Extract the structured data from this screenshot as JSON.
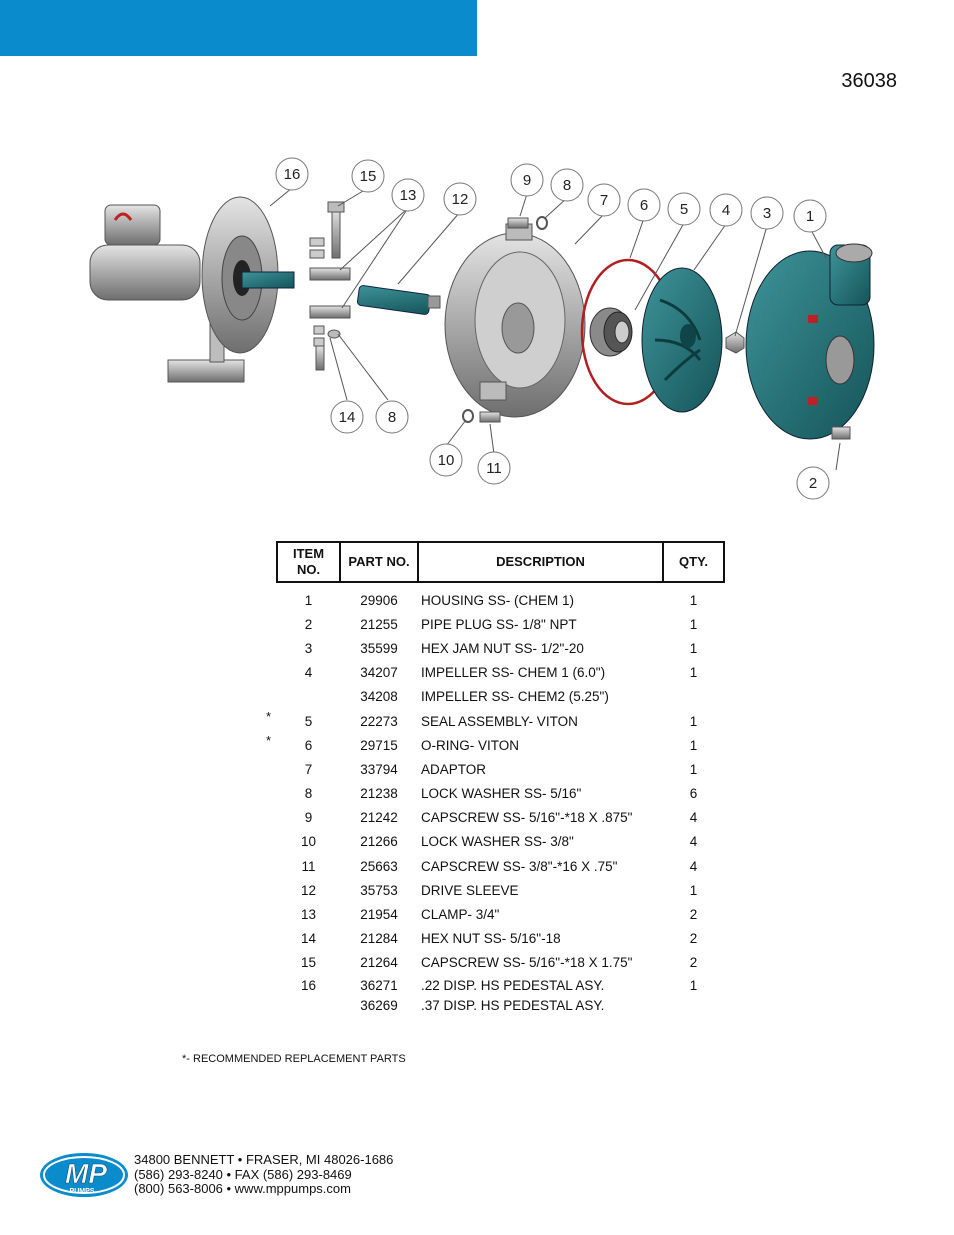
{
  "header": {
    "doc_number": "36038"
  },
  "callouts": [
    "1",
    "2",
    "3",
    "4",
    "5",
    "6",
    "7",
    "8",
    "9",
    "10",
    "11",
    "12",
    "13",
    "14",
    "15",
    "16"
  ],
  "callout_8_second": "8",
  "table": {
    "headers": {
      "item": "ITEM NO.",
      "part": "PART NO.",
      "desc": "DESCRIPTION",
      "qty": "QTY."
    },
    "rows": [
      {
        "item": "1",
        "part": "29906",
        "desc": "HOUSING SS- (CHEM 1)",
        "qty": "1",
        "star": ""
      },
      {
        "item": "2",
        "part": "21255",
        "desc": "PIPE PLUG SS- 1/8\" NPT",
        "qty": "1",
        "star": ""
      },
      {
        "item": "3",
        "part": "35599",
        "desc": "HEX JAM NUT SS- 1/2\"-20",
        "qty": "1",
        "star": ""
      },
      {
        "item": "4",
        "part": "34207",
        "desc": "IMPELLER SS- CHEM 1  (6.0\")",
        "qty": "1",
        "star": ""
      },
      {
        "item": "",
        "part": "34208",
        "desc": "IMPELLER SS- CHEM2 (5.25\")",
        "qty": "",
        "star": ""
      },
      {
        "item": "5",
        "part": "22273",
        "desc": "SEAL ASSEMBLY- VITON",
        "qty": "1",
        "star": "*"
      },
      {
        "item": "6",
        "part": "29715",
        "desc": "O-RING- VITON",
        "qty": "1",
        "star": "*"
      },
      {
        "item": "7",
        "part": "33794",
        "desc": "ADAPTOR",
        "qty": "1",
        "star": ""
      },
      {
        "item": "8",
        "part": "21238",
        "desc": "LOCK WASHER SS- 5/16\"",
        "qty": "6",
        "star": ""
      },
      {
        "item": "9",
        "part": "21242",
        "desc": "CAPSCREW SS- 5/16\"-*18 X .875\"",
        "qty": "4",
        "star": ""
      },
      {
        "item": "10",
        "part": "21266",
        "desc": "LOCK WASHER SS- 3/8\"",
        "qty": "4",
        "star": ""
      },
      {
        "item": "11",
        "part": "25663",
        "desc": "CAPSCREW SS- 3/8\"-*16 X .75\"",
        "qty": "4",
        "star": ""
      },
      {
        "item": "12",
        "part": "35753",
        "desc": "DRIVE SLEEVE",
        "qty": "1",
        "star": ""
      },
      {
        "item": "13",
        "part": "21954",
        "desc": "CLAMP- 3/4\"",
        "qty": "2",
        "star": ""
      },
      {
        "item": "14",
        "part": "21284",
        "desc": "HEX NUT SS- 5/16\"-18",
        "qty": "2",
        "star": ""
      },
      {
        "item": "15",
        "part": "21264",
        "desc": "CAPSCREW SS- 5/16\"-*18 X 1.75\"",
        "qty": "2",
        "star": ""
      },
      {
        "item": "16",
        "part": "36271",
        "desc": ".22 DISP. HS PEDESTAL ASY.",
        "qty": "1",
        "star": ""
      },
      {
        "item": "",
        "part": "36269",
        "desc": ".37 DISP. HS PEDESTAL ASY.",
        "qty": "",
        "star": ""
      }
    ]
  },
  "footnote": "*- RECOMMENDED REPLACEMENT PARTS",
  "logo": {
    "letters": "MP",
    "sub": "PUMPS"
  },
  "address": {
    "line1": "34800 BENNETT • FRASER, MI 48026-1686",
    "line2": "(586) 293-8240 • FAX (586) 293-8469",
    "line3": "(800) 563-8006 • www.mppumps.com"
  },
  "colors": {
    "brand_blue": "#0a8ccc",
    "teal": "#1f6e73",
    "oring_red": "#b02020"
  }
}
